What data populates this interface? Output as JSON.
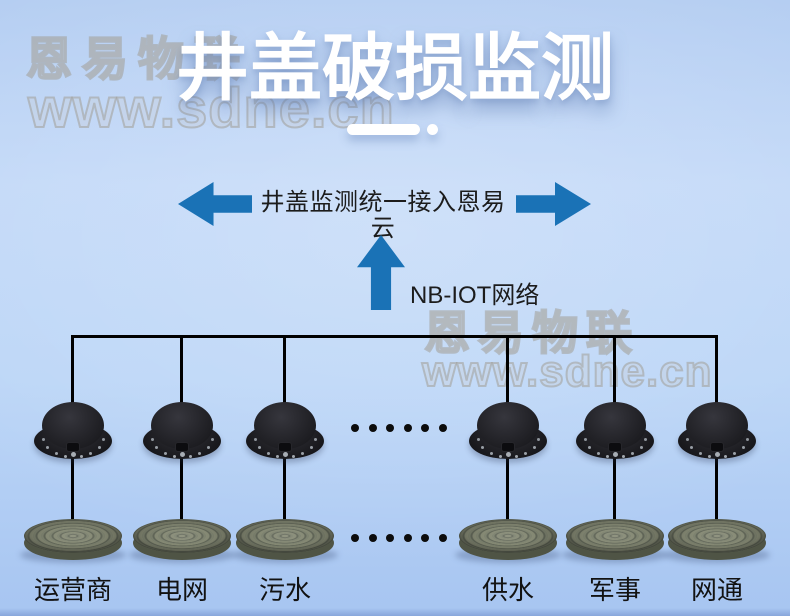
{
  "title": {
    "text": "井盖破损监测"
  },
  "watermark": {
    "brand": "恩易物联",
    "url": "www.sdne.cn"
  },
  "flow": {
    "bus_label": "井盖监测统一接入恩易云",
    "network_label": "NB-IOT网络"
  },
  "columns": [
    {
      "label": "运营商"
    },
    {
      "label": "电网"
    },
    {
      "label": "污水"
    },
    {
      "label": "供水"
    },
    {
      "label": "军事"
    },
    {
      "label": "网通"
    }
  ],
  "ellipsis": "······",
  "colors": {
    "accent_blue": "#1a72b6",
    "background_blue": "#c0d6f6",
    "line_black": "#000000",
    "cover_olive": "#7a7f6e",
    "device_black": "#1d1d21",
    "title_white": "#ffffff"
  }
}
